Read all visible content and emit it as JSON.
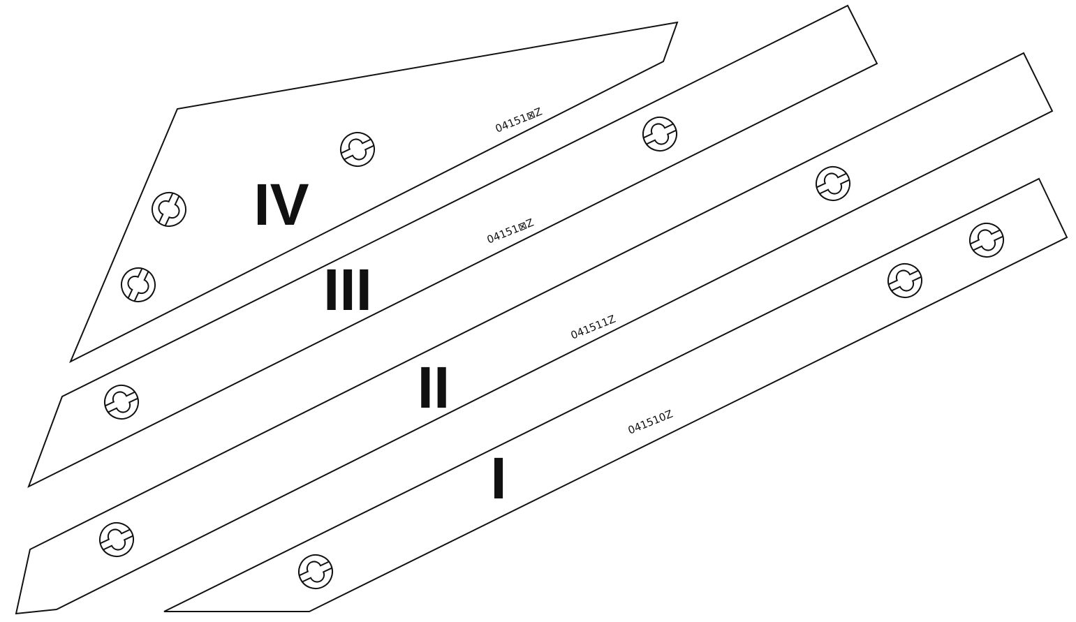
{
  "colors": {
    "line": "#111111",
    "fill": "#ffffff",
    "background": "#ffffff"
  },
  "icon": "keyhole-bolt-hole-icon",
  "plates": [
    {
      "numeral": "IV",
      "part_code": "04151⊠Z"
    },
    {
      "numeral": "III",
      "part_code": "04151⊠Z"
    },
    {
      "numeral": "II",
      "part_code": "041511Z"
    },
    {
      "numeral": "I",
      "part_code": "041510Z"
    }
  ]
}
